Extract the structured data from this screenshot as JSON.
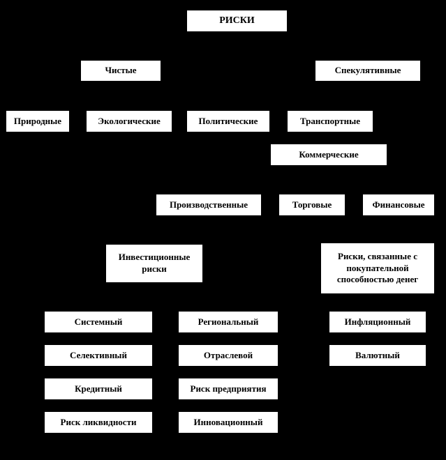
{
  "diagram": {
    "title": "РИСКИ",
    "colors": {
      "background": "#000000",
      "box_background": "#ffffff",
      "box_text": "#000000"
    },
    "nodes": {
      "riski": "РИСКИ",
      "chistye": "Чистые",
      "spekulyativnye": "Спекулятивные",
      "prirodnye": "Природные",
      "ekologicheskie": "Экологические",
      "politicheskie": "Политические",
      "transportnye": "Транспортные",
      "kommercheskie": "Коммерческие",
      "proizvodstvennye": "Производственные",
      "torgovye": "Торговые",
      "finansovye": "Финансовые",
      "investicionnye_riski": "Инвестиционные риски",
      "riski_pokupatelnoy_sposobnosti": "Риски, связанные с покупательной способностью денег",
      "sistemnyj": "Системный",
      "selektivnyj": "Селективный",
      "kreditnyj": "Кредитный",
      "risk_likvidnosti": "Риск ликвидности",
      "regionalnyj": "Региональный",
      "otraslevoj": "Отраслевой",
      "risk_predpriyatiya": "Риск предприятия",
      "innovacionnyj": "Инновационный",
      "inflyacionnyj": "Инфляционный",
      "valyutnyj": "Валютный"
    }
  }
}
